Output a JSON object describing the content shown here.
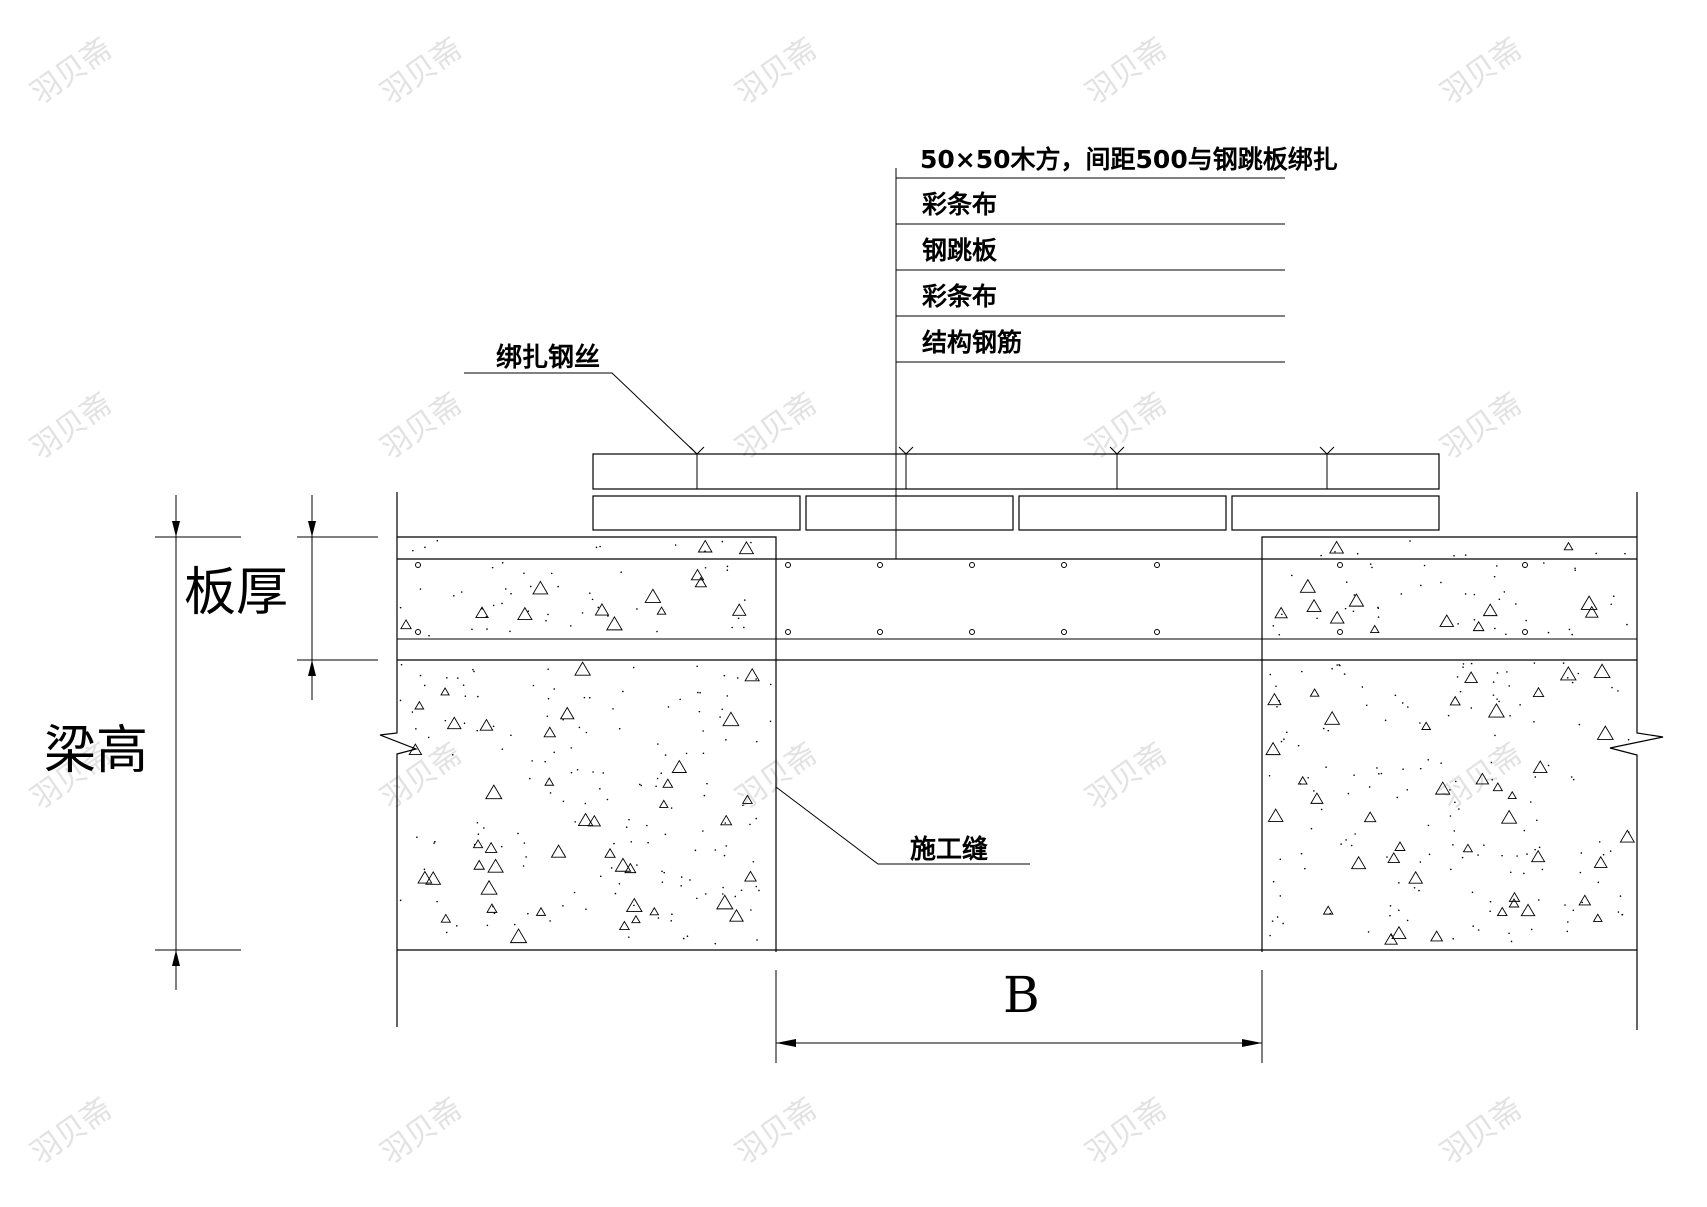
{
  "labels": {
    "layer_top": "50×50木方，间距500与钢跳板绑扎",
    "layer_1": "彩条布",
    "layer_2": "钢跳板",
    "layer_3": "彩条布",
    "layer_4": "结构钢筋",
    "binding_wire": "绑扎钢丝",
    "slab_thickness": "板厚",
    "beam_height": "梁高",
    "construction_joint": "施工缝",
    "width": "B"
  },
  "watermark": {
    "text": "羽贝斋"
  },
  "colors": {
    "line": "#000000",
    "background": "#ffffff",
    "watermark": "#cfcfcf"
  }
}
